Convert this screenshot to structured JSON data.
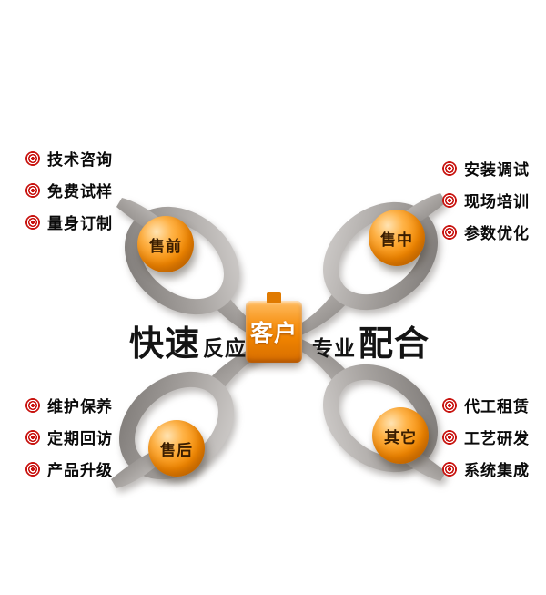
{
  "heading": {
    "left_big": "快速",
    "left_small": "反应",
    "center": "客户",
    "right_small": "专业",
    "right_big": "配合"
  },
  "nodes": {
    "pre_sale": "售前",
    "mid_sale": "售中",
    "after_sale": "售后",
    "other": "其它"
  },
  "lists": {
    "top_left": [
      "技术咨询",
      "免费试样",
      "量身订制"
    ],
    "top_right": [
      "安装调试",
      "现场培训",
      "参数优化"
    ],
    "bottom_left": [
      "维护保养",
      "定期回访",
      "产品升级"
    ],
    "bottom_right": [
      "代工租赁",
      "工艺研发",
      "系统集成"
    ]
  },
  "icons": {
    "bullet": "vortex-icon"
  },
  "colors": {
    "accent_orange": "#f08300",
    "bullet_red": "#c8130f",
    "ribbon_gray": "#a5a19e"
  }
}
